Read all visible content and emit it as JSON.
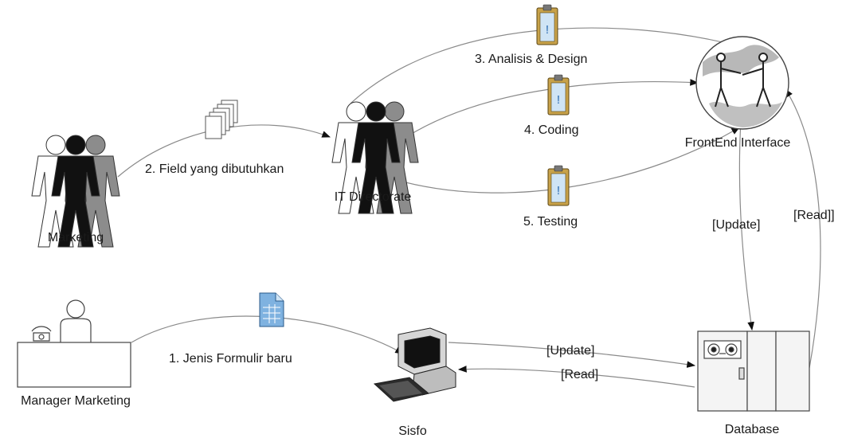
{
  "actors": {
    "marketing": "Marketing",
    "it_directorate": "IT Directorate",
    "manager_marketing": "Manager Marketing",
    "sisfo": "Sisfo",
    "database": "Database",
    "frontend": "FrontEnd Interface"
  },
  "flows": {
    "jenis_formulir": "1. Jenis Formulir baru",
    "field": "2. Field yang dibutuhkan",
    "analisis": "3. Analisis & Design",
    "coding": "4. Coding",
    "testing": "5. Testing",
    "update_db": "[Update]",
    "read_db": "[Read]",
    "update_fe": "[Update]",
    "read_fe": "[Read]]"
  },
  "colors": {
    "line": "#8a8a8a",
    "dark": "#111111",
    "gray": "#7f7f7f",
    "white": "#ffffff",
    "clip": "#c8a24a",
    "doc": "#7fb2e0"
  }
}
